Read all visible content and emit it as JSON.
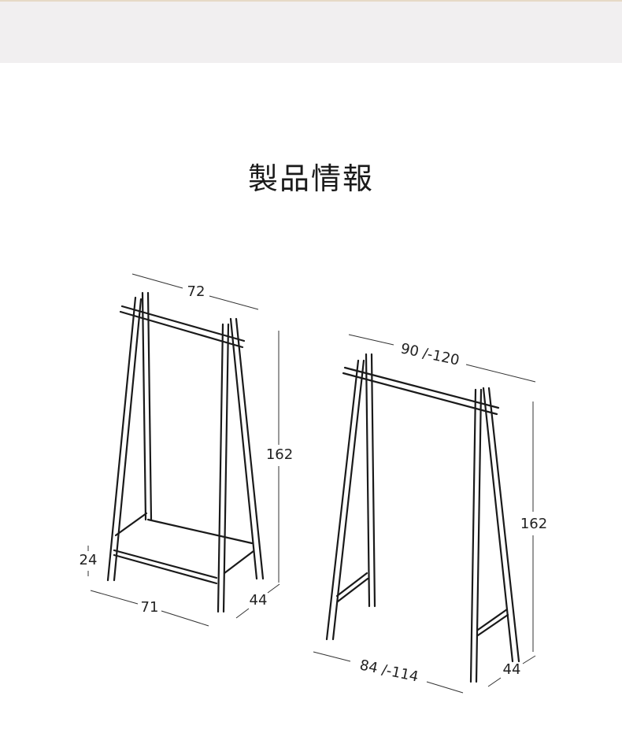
{
  "title": "製品情報",
  "left_rack": {
    "width": "72",
    "height": "162",
    "base_width": "71",
    "depth": "44",
    "shelf_height": "24"
  },
  "right_rack": {
    "width": "90 /-120",
    "height": "162",
    "base_width": "84 /-114",
    "depth": "44"
  }
}
